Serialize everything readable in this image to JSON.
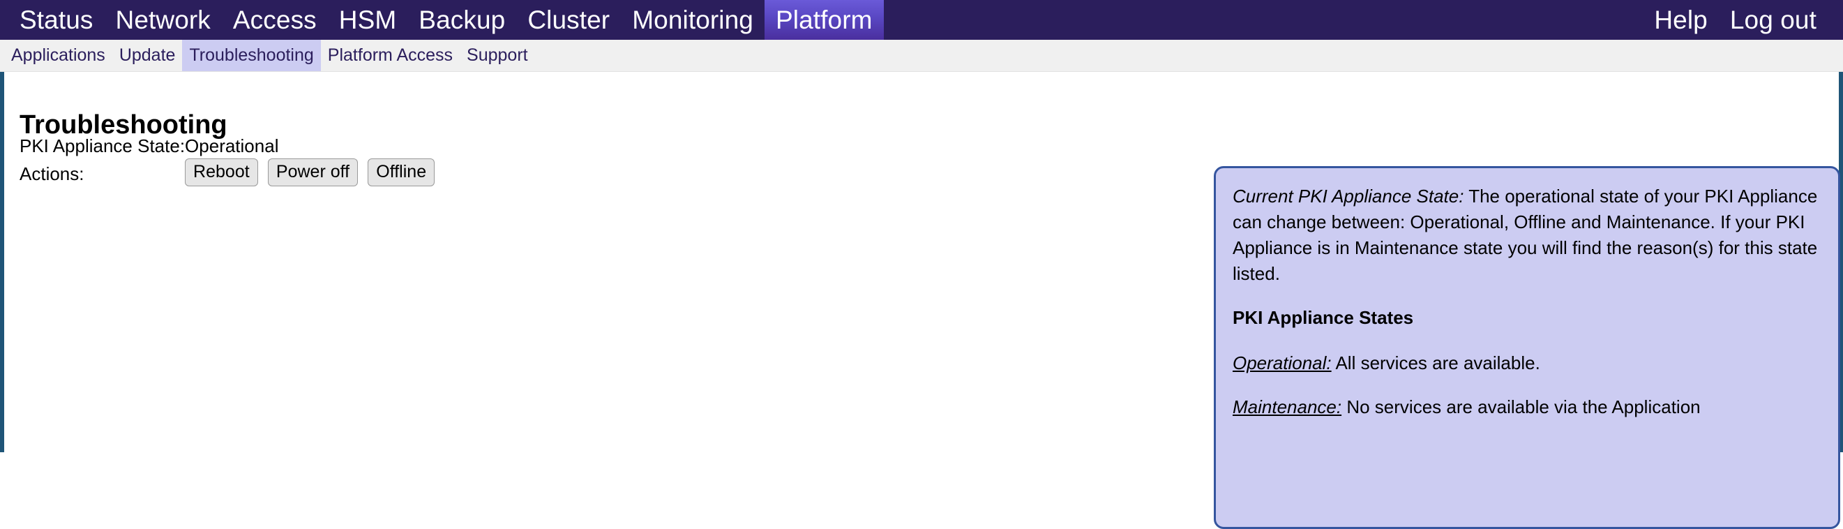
{
  "topnav": {
    "items": [
      {
        "label": "Status",
        "active": false
      },
      {
        "label": "Network",
        "active": false
      },
      {
        "label": "Access",
        "active": false
      },
      {
        "label": "HSM",
        "active": false
      },
      {
        "label": "Backup",
        "active": false
      },
      {
        "label": "Cluster",
        "active": false
      },
      {
        "label": "Monitoring",
        "active": false
      },
      {
        "label": "Platform",
        "active": true
      }
    ],
    "right_items": [
      {
        "label": "Help"
      },
      {
        "label": "Log out"
      }
    ],
    "background_color": "#2b1e5c",
    "active_gradient_top": "#6a5ad8",
    "active_gradient_bottom": "#4a2f9e"
  },
  "subnav": {
    "items": [
      {
        "label": "Applications",
        "active": false
      },
      {
        "label": "Update",
        "active": false
      },
      {
        "label": "Troubleshooting",
        "active": true
      },
      {
        "label": "Platform Access",
        "active": false
      },
      {
        "label": "Support",
        "active": false
      }
    ],
    "background_color": "#f0f0f0",
    "active_color": "#ccccf2",
    "text_color": "#2b1e5c"
  },
  "main": {
    "page_title": "Troubleshooting",
    "state_row": {
      "label": "PKI Appliance State:",
      "value": "Operational"
    },
    "actions_row": {
      "label": "Actions:",
      "buttons": [
        {
          "label": "Reboot"
        },
        {
          "label": "Power off"
        },
        {
          "label": "Offline"
        }
      ]
    },
    "frame_border_color": "#1f5578"
  },
  "info_panel": {
    "background_color": "#ccccf2",
    "border_color": "#35559f",
    "paragraph1": {
      "term": "Current PKI Appliance State:",
      "text": " The operational state of your PKI Appliance can change between: Operational, Offline and Maintenance. If your PKI Appliance is in Maintenance state you will find the reason(s) for this state listed."
    },
    "heading": "PKI Appliance States",
    "paragraph2": {
      "term": "Operational:",
      "text": " All services are available."
    },
    "paragraph3": {
      "term": "Maintenance:",
      "text": " No services are available via the Application"
    }
  }
}
